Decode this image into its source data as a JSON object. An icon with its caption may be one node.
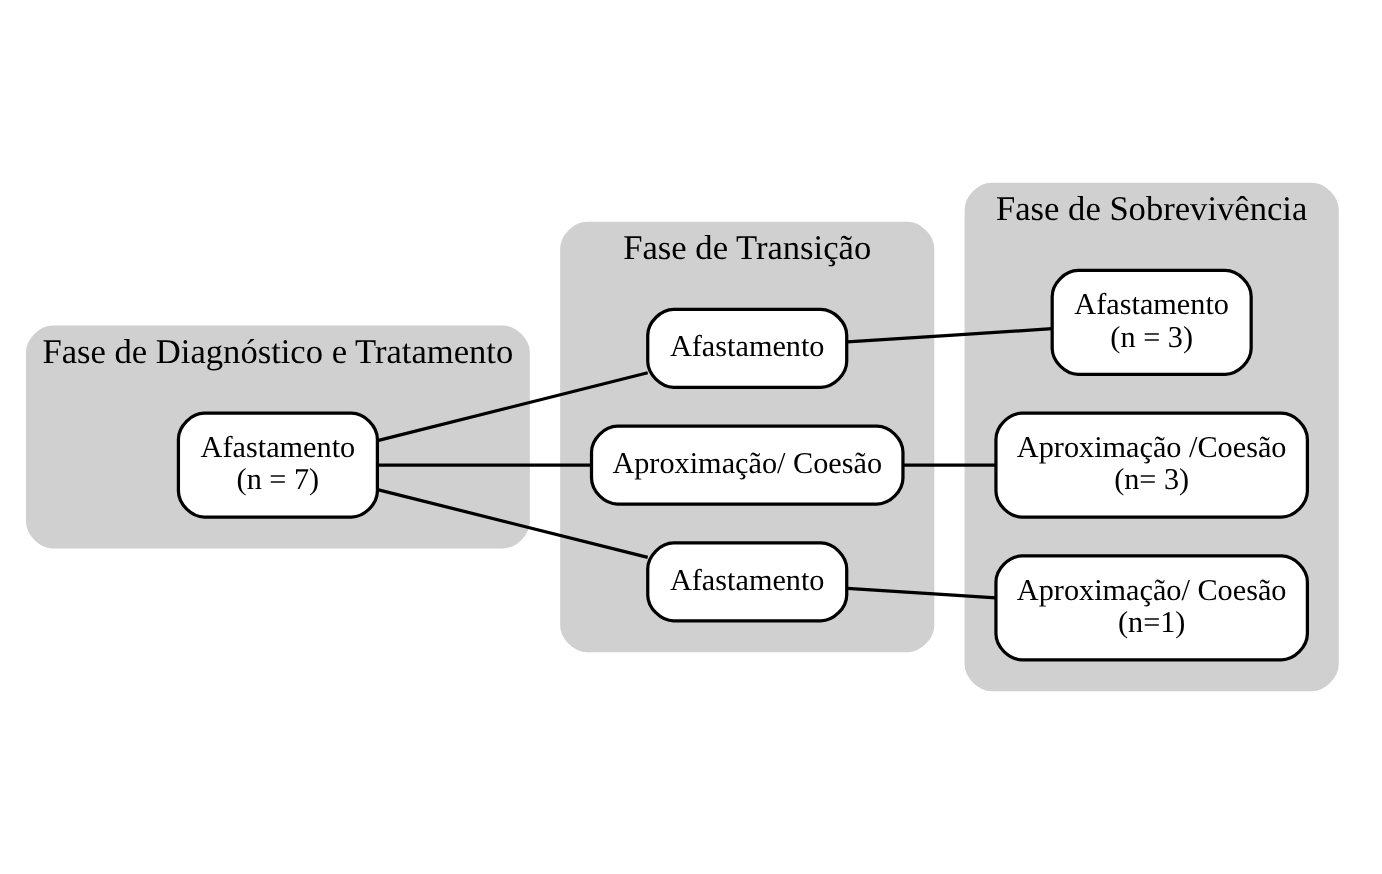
{
  "diagram": {
    "nodes": [
      {
        "text": [
          "Fase de Diagnóstico e Tratamento"
        ]
      },
      {
        "text": [
          "Afastamento",
          "(n = 7)"
        ],
        "in": 0
      },
      {
        "text": [
          "Fase de Transição"
        ]
      },
      {
        "text": [
          "Afastamento"
        ],
        "in": 2
      },
      {
        "text": [
          "Aproximação/ Coesão"
        ],
        "in": 2
      },
      {
        "text": [
          "Afastamento"
        ],
        "in": 2
      },
      {
        "text": [
          "Fase de Sobrevivência"
        ]
      },
      {
        "text": [
          "Afastamento",
          "(n = 3)"
        ],
        "in": 6
      },
      {
        "text": [
          "Aproximação /Coesão",
          "(n= 3)"
        ],
        "in": 6
      },
      {
        "text": [
          "Aproximação/ Coesão",
          "(n=1)"
        ],
        "in": 6
      }
    ],
    "edges": [
      {
        "from": 1,
        "to": 3,
        "arrow": "none"
      },
      {
        "from": 1,
        "to": 4,
        "arrow": "none"
      },
      {
        "from": 1,
        "to": 5,
        "arrow": "none"
      },
      {
        "from": 3,
        "to": 7,
        "arrow": "none"
      },
      {
        "from": 4,
        "to": 8,
        "arrow": "none"
      },
      {
        "from": 5,
        "to": 9,
        "arrow": "none"
      }
    ]
  }
}
